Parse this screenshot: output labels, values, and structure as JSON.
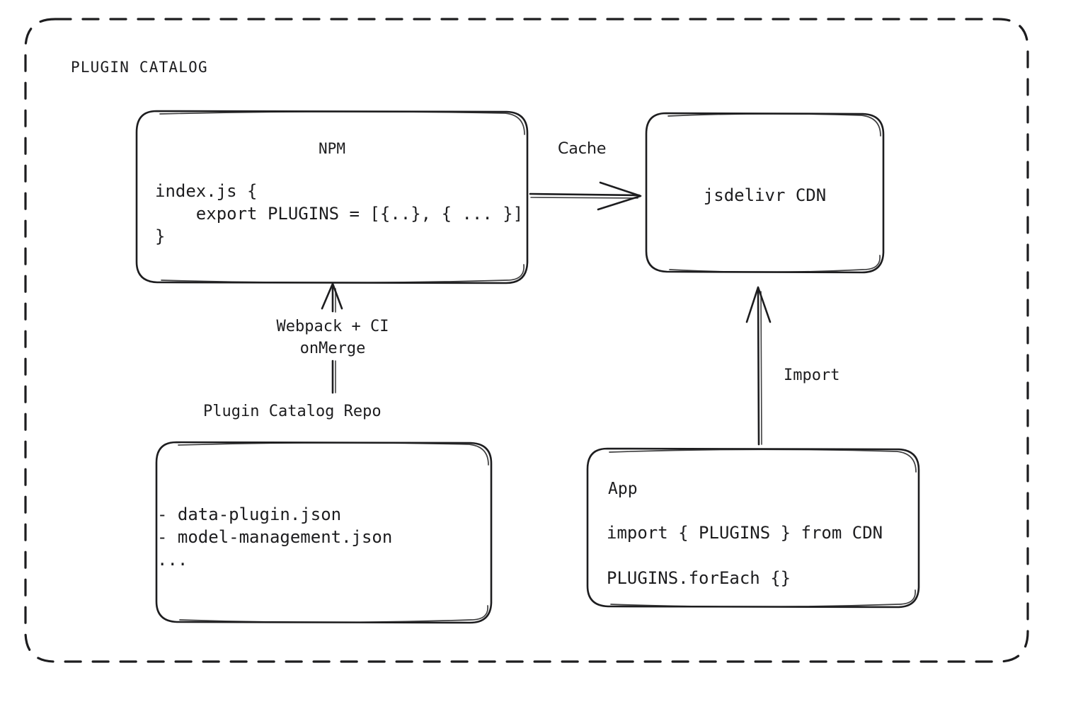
{
  "diagram": {
    "title": "PLUGIN CATALOG",
    "boundary": {
      "style": "dashed-rounded-rect",
      "color": "#1d1d1f"
    },
    "nodes": [
      {
        "id": "npm",
        "name": "npm-node",
        "title": "NPM",
        "title_align": "center",
        "lines": [
          "index.js {",
          "    export PLUGINS = [{..}, { ... }]",
          "}"
        ]
      },
      {
        "id": "cdn",
        "name": "jsdelivr-cdn-node",
        "title": "jsdelivr CDN",
        "title_align": "center",
        "lines": []
      },
      {
        "id": "repo",
        "name": "plugin-catalog-repo-node",
        "caption": "Plugin Catalog Repo",
        "lines": [
          "- data-plugin.json",
          "- model-management.json",
          "..."
        ]
      },
      {
        "id": "app",
        "name": "app-node",
        "title": "App",
        "title_align": "left",
        "lines": [
          "import { PLUGINS } from CDN",
          "PLUGINS.forEach {}"
        ]
      }
    ],
    "edges": [
      {
        "id": "cache",
        "label": "Cache",
        "from": "npm",
        "to": "cdn",
        "font": "sans"
      },
      {
        "id": "build",
        "label_line1": "Webpack + CI",
        "label_line2": "onMerge",
        "from": "repo",
        "to": "npm",
        "font": "mono"
      },
      {
        "id": "import",
        "label": "Import",
        "from": "app",
        "to": "cdn",
        "font": "mono"
      }
    ]
  }
}
